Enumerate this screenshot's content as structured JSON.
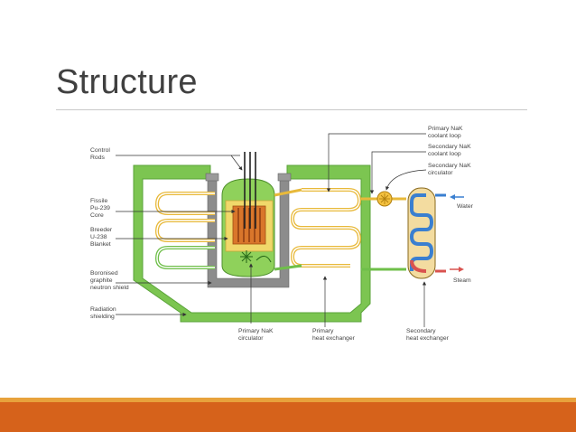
{
  "slide": {
    "title": "Structure",
    "accent_colors": {
      "footer": "#d6621b",
      "footer_top": "#e8a23c"
    }
  },
  "diagram": {
    "labels": {
      "control_rods": [
        "Control",
        "Rods"
      ],
      "fissile_core": [
        "Fissile",
        "Pu-239",
        "Core"
      ],
      "breeder_blanket": [
        "Breeder",
        "U-238",
        "Blanket"
      ],
      "neutron_shield": [
        "Boronised",
        "graphite",
        "neutron shield"
      ],
      "radiation_shielding": [
        "Radiation",
        "shielding"
      ],
      "primary_circulator": [
        "Primary NaK",
        "circulator"
      ],
      "primary_exchanger": [
        "Primary",
        "heat exchanger"
      ],
      "secondary_exchanger": [
        "Secondary",
        "heat exchanger"
      ],
      "primary_loop": [
        "Primary NaK",
        "coolant loop"
      ],
      "secondary_loop": [
        "Secondary NaK",
        "coolant loop"
      ],
      "secondary_circulator": [
        "Secondary NaK",
        "circulator"
      ],
      "water": "Water",
      "steam": "Steam"
    },
    "colors": {
      "shield_green": "#6fbf4a",
      "graphite": "#8c8c8c",
      "core_orange": "#d9762b",
      "blanket_yellow": "#f0d86a",
      "nak_yellow": "#e8b93a",
      "water_blue": "#3a7fd0",
      "steam_red": "#d9534f"
    }
  }
}
